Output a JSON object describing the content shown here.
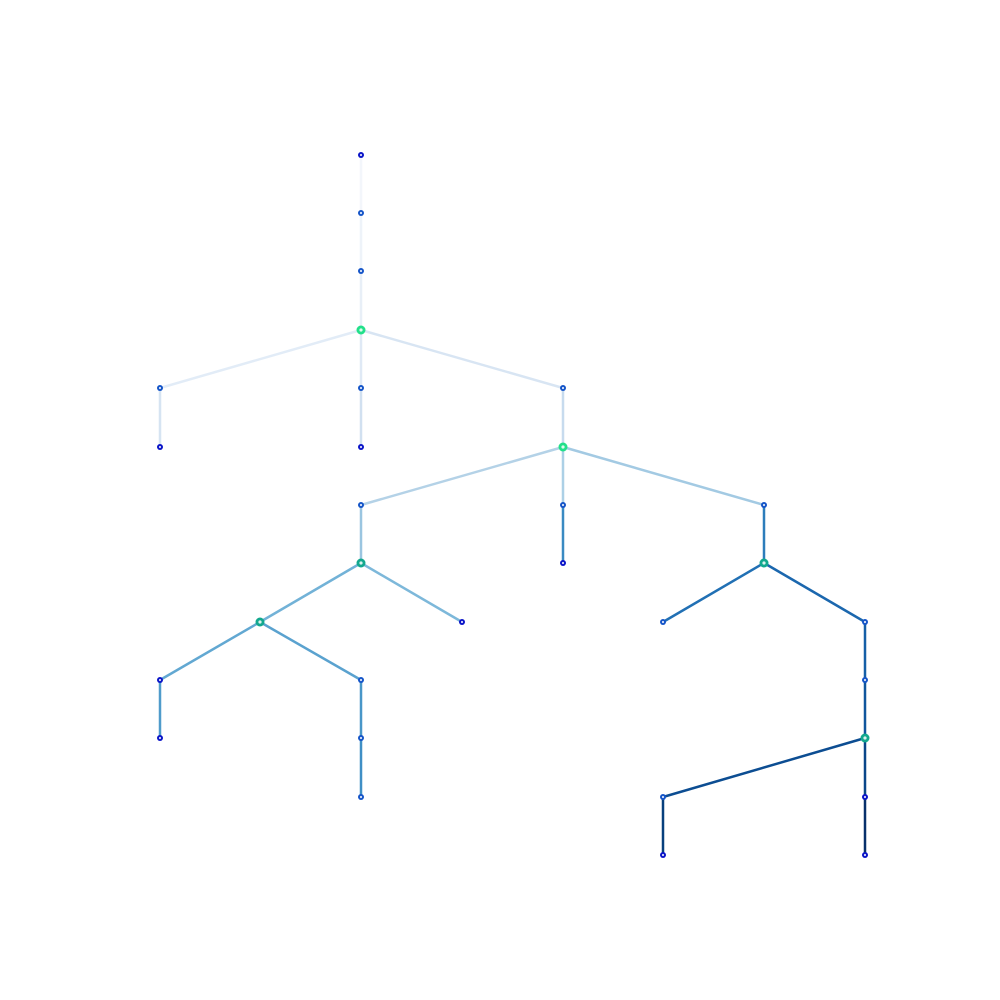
{
  "tree": {
    "nodes": [
      {
        "id": "n1",
        "label": "",
        "color": "#0a14c8"
      },
      {
        "id": "n2",
        "label": "",
        "color": "#1454c8"
      },
      {
        "id": "n3",
        "label": "",
        "color": "#1454c8"
      },
      {
        "id": "n4",
        "label": "",
        "color": "#22e08a"
      },
      {
        "id": "n5",
        "label": "",
        "color": "#1454c8"
      },
      {
        "id": "n6",
        "label": "",
        "color": "#1454c8"
      },
      {
        "id": "n7",
        "label": "",
        "color": "#1454c8"
      },
      {
        "id": "n8",
        "label": "",
        "color": "#0a14c8"
      },
      {
        "id": "n9",
        "label": "",
        "color": "#0a14c8"
      },
      {
        "id": "n10",
        "label": "",
        "color": "#22e08a"
      },
      {
        "id": "n11",
        "label": "",
        "color": "#1454c8"
      },
      {
        "id": "n12",
        "label": "",
        "color": "#1454c8"
      },
      {
        "id": "n13",
        "label": "",
        "color": "#1454c8"
      },
      {
        "id": "n14",
        "label": "",
        "color": "#12a88e"
      },
      {
        "id": "n15",
        "label": "",
        "color": "#0a14c8"
      },
      {
        "id": "n16",
        "label": "",
        "color": "#12a88e"
      },
      {
        "id": "n17",
        "label": "",
        "color": "#12a88e"
      },
      {
        "id": "n18",
        "label": "",
        "color": "#0a14c8"
      },
      {
        "id": "n19",
        "label": "",
        "color": "#0a14c8"
      },
      {
        "id": "n20",
        "label": "",
        "color": "#1454c8"
      },
      {
        "id": "n21",
        "label": "",
        "color": "#1454c8"
      },
      {
        "id": "n22",
        "label": "",
        "color": "#1454c8"
      },
      {
        "id": "n23",
        "label": "",
        "color": "#0a14c8"
      },
      {
        "id": "n24",
        "label": "",
        "color": "#1454c8"
      },
      {
        "id": "n25",
        "label": "",
        "color": "#1454c8"
      },
      {
        "id": "n26",
        "label": "",
        "color": "#12a88e"
      },
      {
        "id": "n27",
        "label": "",
        "color": "#1454c8"
      },
      {
        "id": "n28",
        "label": "",
        "color": "#1454c8"
      },
      {
        "id": "n29",
        "label": "",
        "color": "#0a14c8"
      },
      {
        "id": "n30",
        "label": "",
        "color": "#0a14c8"
      }
    ],
    "edges": [
      {
        "from": "n1",
        "to": "n2",
        "color": "#f3f6fb"
      },
      {
        "from": "n2",
        "to": "n3",
        "color": "#eef3f9"
      },
      {
        "from": "n3",
        "to": "n4",
        "color": "#e8eff7"
      },
      {
        "from": "n4",
        "to": "n5",
        "color": "#e2ecf7"
      },
      {
        "from": "n4",
        "to": "n6",
        "color": "#dfe9f5"
      },
      {
        "from": "n4",
        "to": "n7",
        "color": "#d8e5f3"
      },
      {
        "from": "n5",
        "to": "n8",
        "color": "#d6e4f2"
      },
      {
        "from": "n6",
        "to": "n9",
        "color": "#d1e0f0"
      },
      {
        "from": "n7",
        "to": "n10",
        "color": "#c7dbee"
      },
      {
        "from": "n10",
        "to": "n11",
        "color": "#b4d2e7"
      },
      {
        "from": "n10",
        "to": "n12",
        "color": "#acd0e6"
      },
      {
        "from": "n10",
        "to": "n13",
        "color": "#a3cae3"
      },
      {
        "from": "n11",
        "to": "n14",
        "color": "#9ac5e0"
      },
      {
        "from": "n14",
        "to": "n15",
        "color": "#7db8da"
      },
      {
        "from": "n14",
        "to": "n16",
        "color": "#72b2d7"
      },
      {
        "from": "n16",
        "to": "n18",
        "color": "#62a8d2"
      },
      {
        "from": "n16",
        "to": "n20",
        "color": "#5aa2cf"
      },
      {
        "from": "n18",
        "to": "n19",
        "color": "#4f9bcb"
      },
      {
        "from": "n20",
        "to": "n21",
        "color": "#4896c8"
      },
      {
        "from": "n21",
        "to": "n22",
        "color": "#3f8fc5"
      },
      {
        "from": "n12",
        "to": "n23",
        "color": "#3a8ac2"
      },
      {
        "from": "n13",
        "to": "n17",
        "color": "#2d7dbb"
      },
      {
        "from": "n17",
        "to": "n24",
        "color": "#2170b4"
      },
      {
        "from": "n17",
        "to": "n25",
        "color": "#1b67ae"
      },
      {
        "from": "n25",
        "to": "n27",
        "color": "#155fa7"
      },
      {
        "from": "n27",
        "to": "n26",
        "color": "#10569d"
      },
      {
        "from": "n26",
        "to": "n28",
        "color": "#0c4d92"
      },
      {
        "from": "n26",
        "to": "n29",
        "color": "#094689"
      },
      {
        "from": "n28",
        "to": "n30",
        "color": "#08407d"
      },
      {
        "from": "n29",
        "to": "n31",
        "color": "#08306b"
      }
    ]
  }
}
